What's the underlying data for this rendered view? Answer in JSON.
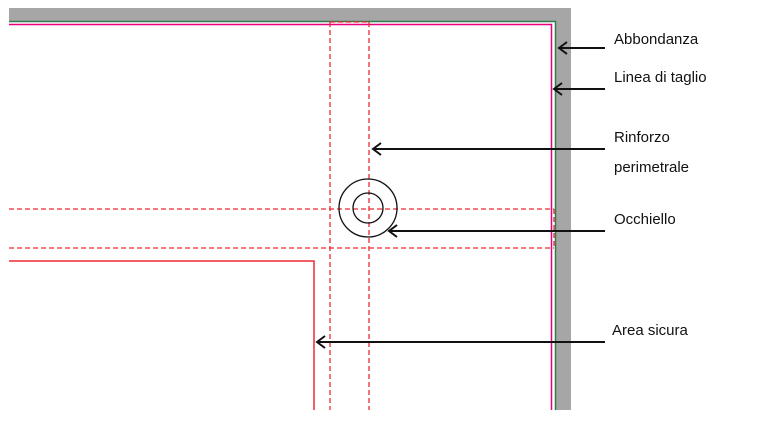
{
  "labels": {
    "bleed": "Abbondanza",
    "cut_line": "Linea di taglio",
    "reinforcement_line1": "Rinforzo",
    "reinforcement_line2": "perimetrale",
    "eyelet": "Occhiello",
    "safe_area": "Area sicura"
  },
  "colors": {
    "bleed": "#a6a6a6",
    "bleed_edge": "#2e7d4f",
    "cut_line": "#e6007e",
    "guide": "#ee2a35",
    "arrow": "#111111"
  }
}
